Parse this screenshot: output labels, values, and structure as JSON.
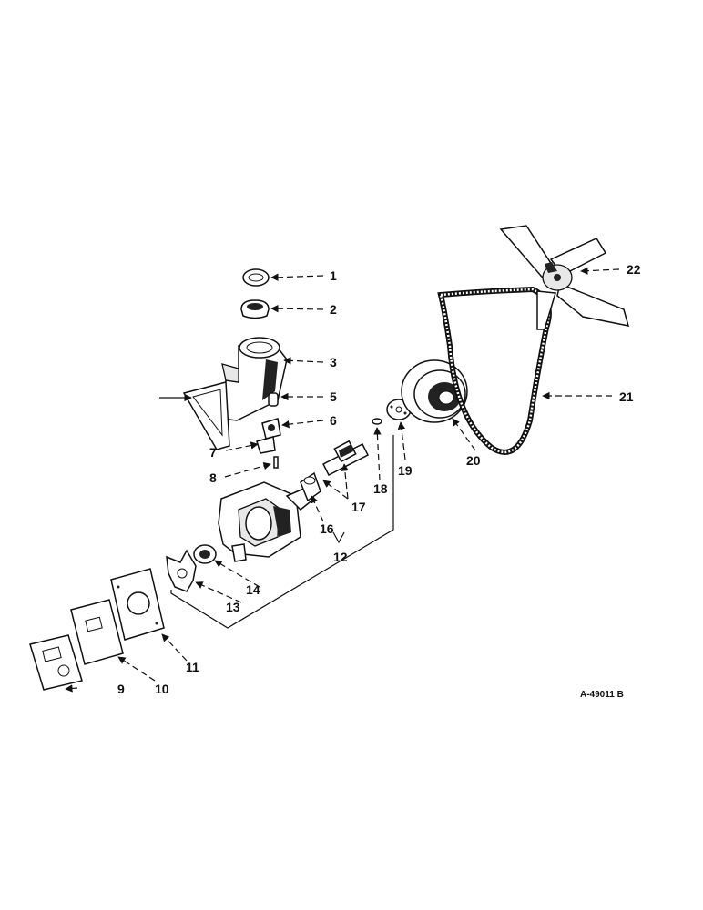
{
  "labels": [
    "1",
    "2",
    "3",
    "5",
    "6",
    "7",
    "8",
    "9",
    "10",
    "11",
    "12",
    "13",
    "14",
    "16",
    "17",
    "18",
    "19",
    "20",
    "21",
    "22"
  ],
  "drawing_code": "A-49011 B",
  "colors": {
    "ink": "#111111",
    "paper": "#ffffff"
  }
}
